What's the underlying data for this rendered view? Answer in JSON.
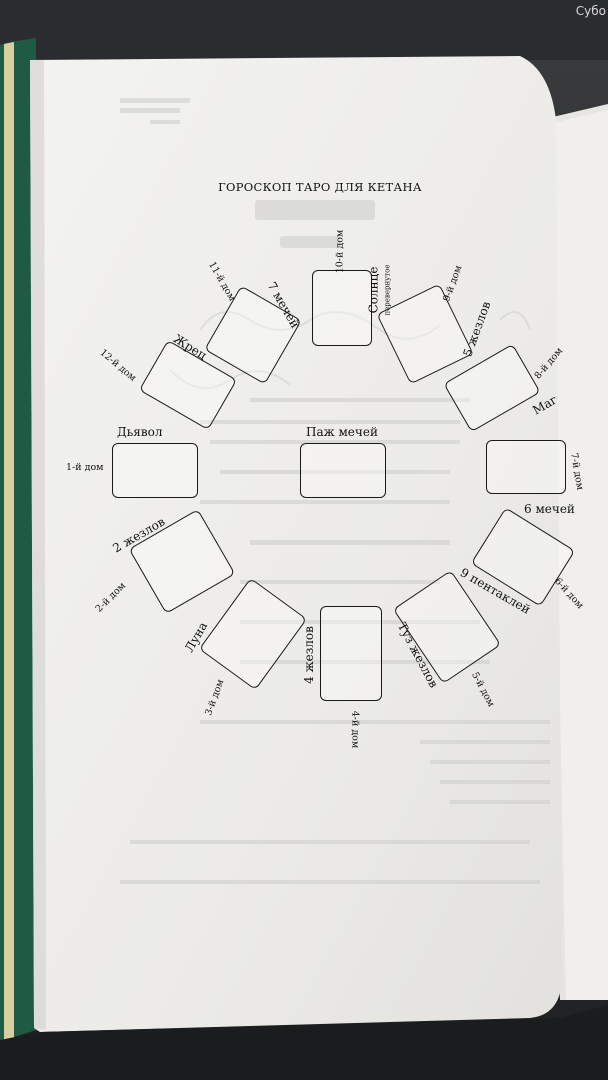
{
  "status_bar": {
    "clock": "Cyбo"
  },
  "page": {
    "title": "ГОРОСКОП ТАРО ДЛЯ КЕТАНА"
  },
  "center": {
    "card": "Паж мечей"
  },
  "houses": [
    {
      "house": "1-й дом",
      "card": "Дьявол"
    },
    {
      "house": "2-й дом",
      "card": "2 жезлов"
    },
    {
      "house": "3-й дом",
      "card": "Луна"
    },
    {
      "house": "4-й дом",
      "card": "4 жезлов"
    },
    {
      "house": "5-й дом",
      "card": "Туз жезлов"
    },
    {
      "house": "6-й дом",
      "card": "9 пентаклей"
    },
    {
      "house": "7-й дом",
      "card": "6 мечей"
    },
    {
      "house": "8-й дом",
      "card": "Маг"
    },
    {
      "house": "9-й дом",
      "card": "5 жезлов"
    },
    {
      "house": "10-й дом",
      "card": "Солнце",
      "note": "перевернутое"
    },
    {
      "house": "11-й дом",
      "card": "7 мечей"
    },
    {
      "house": "12-й дом",
      "card": "Жрец"
    }
  ]
}
